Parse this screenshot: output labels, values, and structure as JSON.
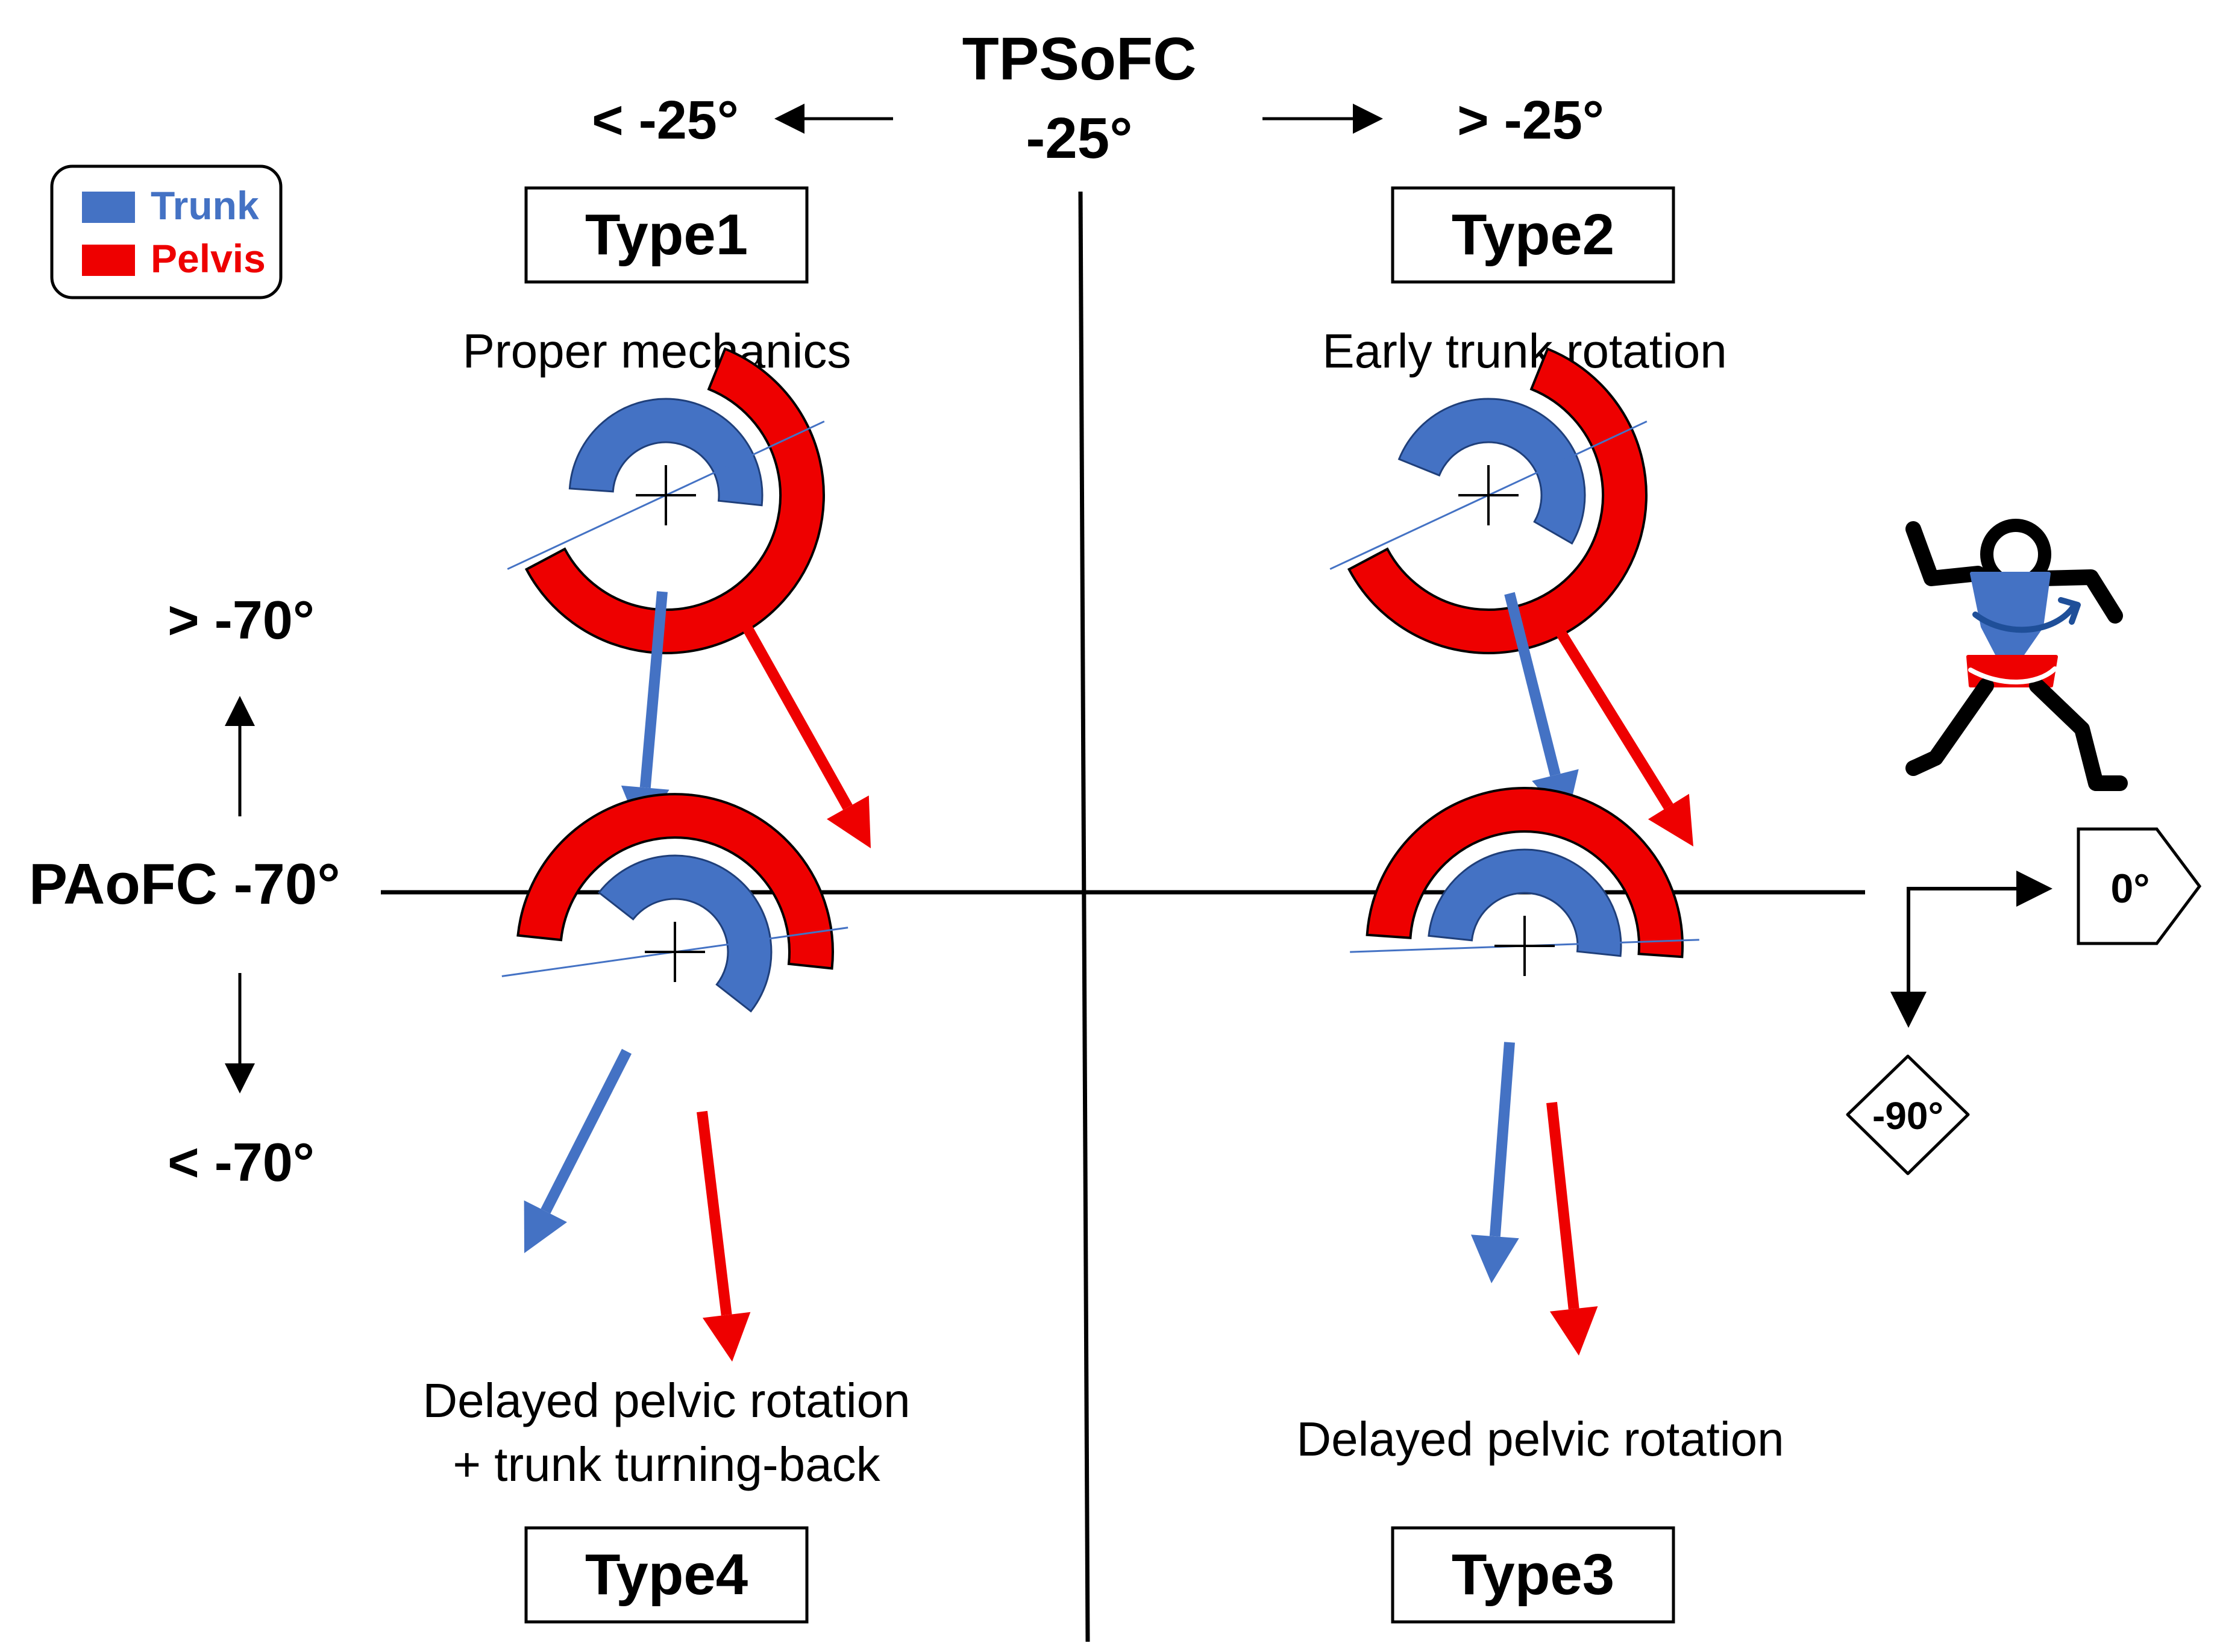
{
  "legend": {
    "items": [
      {
        "label": "Trunk",
        "color": "#4472C4"
      },
      {
        "label": "Pelvis",
        "color": "#EE0000"
      }
    ]
  },
  "axes": {
    "vertical": {
      "title": "TPSoFC",
      "center_value": "-25°",
      "left_value": "< -25°",
      "right_value": "> -25°"
    },
    "horizontal": {
      "title": "PAoFC -70°",
      "upper_value": "> -70°",
      "lower_value": "< -70°"
    }
  },
  "quadrants": [
    {
      "type": "Type1",
      "description": [
        "Proper mechanics"
      ]
    },
    {
      "type": "Type2",
      "description": [
        "Early trunk rotation"
      ]
    },
    {
      "type": "Type3",
      "description": [
        "Delayed pelvic rotation"
      ]
    },
    {
      "type": "Type4",
      "description": [
        "Delayed pelvic rotation",
        "+ trunk turning-back"
      ]
    }
  ],
  "orientation": {
    "zero_label": "0°",
    "minus90_label": "-90°"
  },
  "colors": {
    "trunk": "#4472C4",
    "pelvis": "#EE0000",
    "line": "#000000"
  },
  "icons": [
    "pitcher-figure-icon",
    "rotation-arrow-icon"
  ]
}
